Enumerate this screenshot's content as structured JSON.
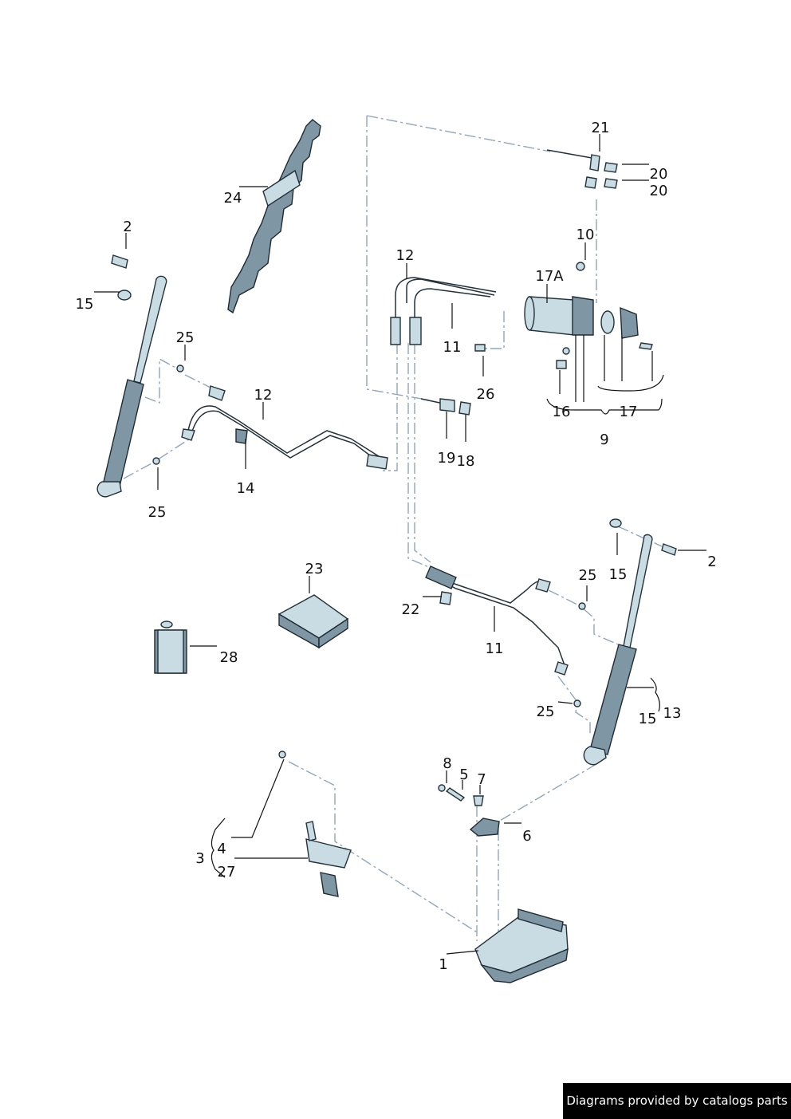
{
  "callouts": {
    "c1": "1",
    "c2a": "2",
    "c2b": "2",
    "c3": "3",
    "c4": "4",
    "c5": "5",
    "c6": "6",
    "c7": "7",
    "c8": "8",
    "c9": "9",
    "c10": "10",
    "c11a": "11",
    "c11b": "11",
    "c12a": "12",
    "c12b": "12",
    "c13": "13",
    "c14": "14",
    "c15a": "15",
    "c15b": "15",
    "c15c": "15",
    "c16": "16",
    "c17": "17",
    "c17a": "17A",
    "c18": "18",
    "c19": "19",
    "c20a": "20",
    "c20b": "20",
    "c21": "21",
    "c22": "22",
    "c23": "23",
    "c24": "24",
    "c25a": "25",
    "c25b": "25",
    "c25c": "25",
    "c25d": "25",
    "c26": "26",
    "c27": "27",
    "c28": "28"
  },
  "footer": {
    "credit": "Diagrams provided by catalogs parts"
  },
  "colors": {
    "part_fill": "#c9dce4",
    "part_dark": "#7f97a5",
    "outline": "#23313a",
    "dash_line": "#8fa6bd",
    "footer_bg": "#000000",
    "footer_text": "#ffffff"
  }
}
